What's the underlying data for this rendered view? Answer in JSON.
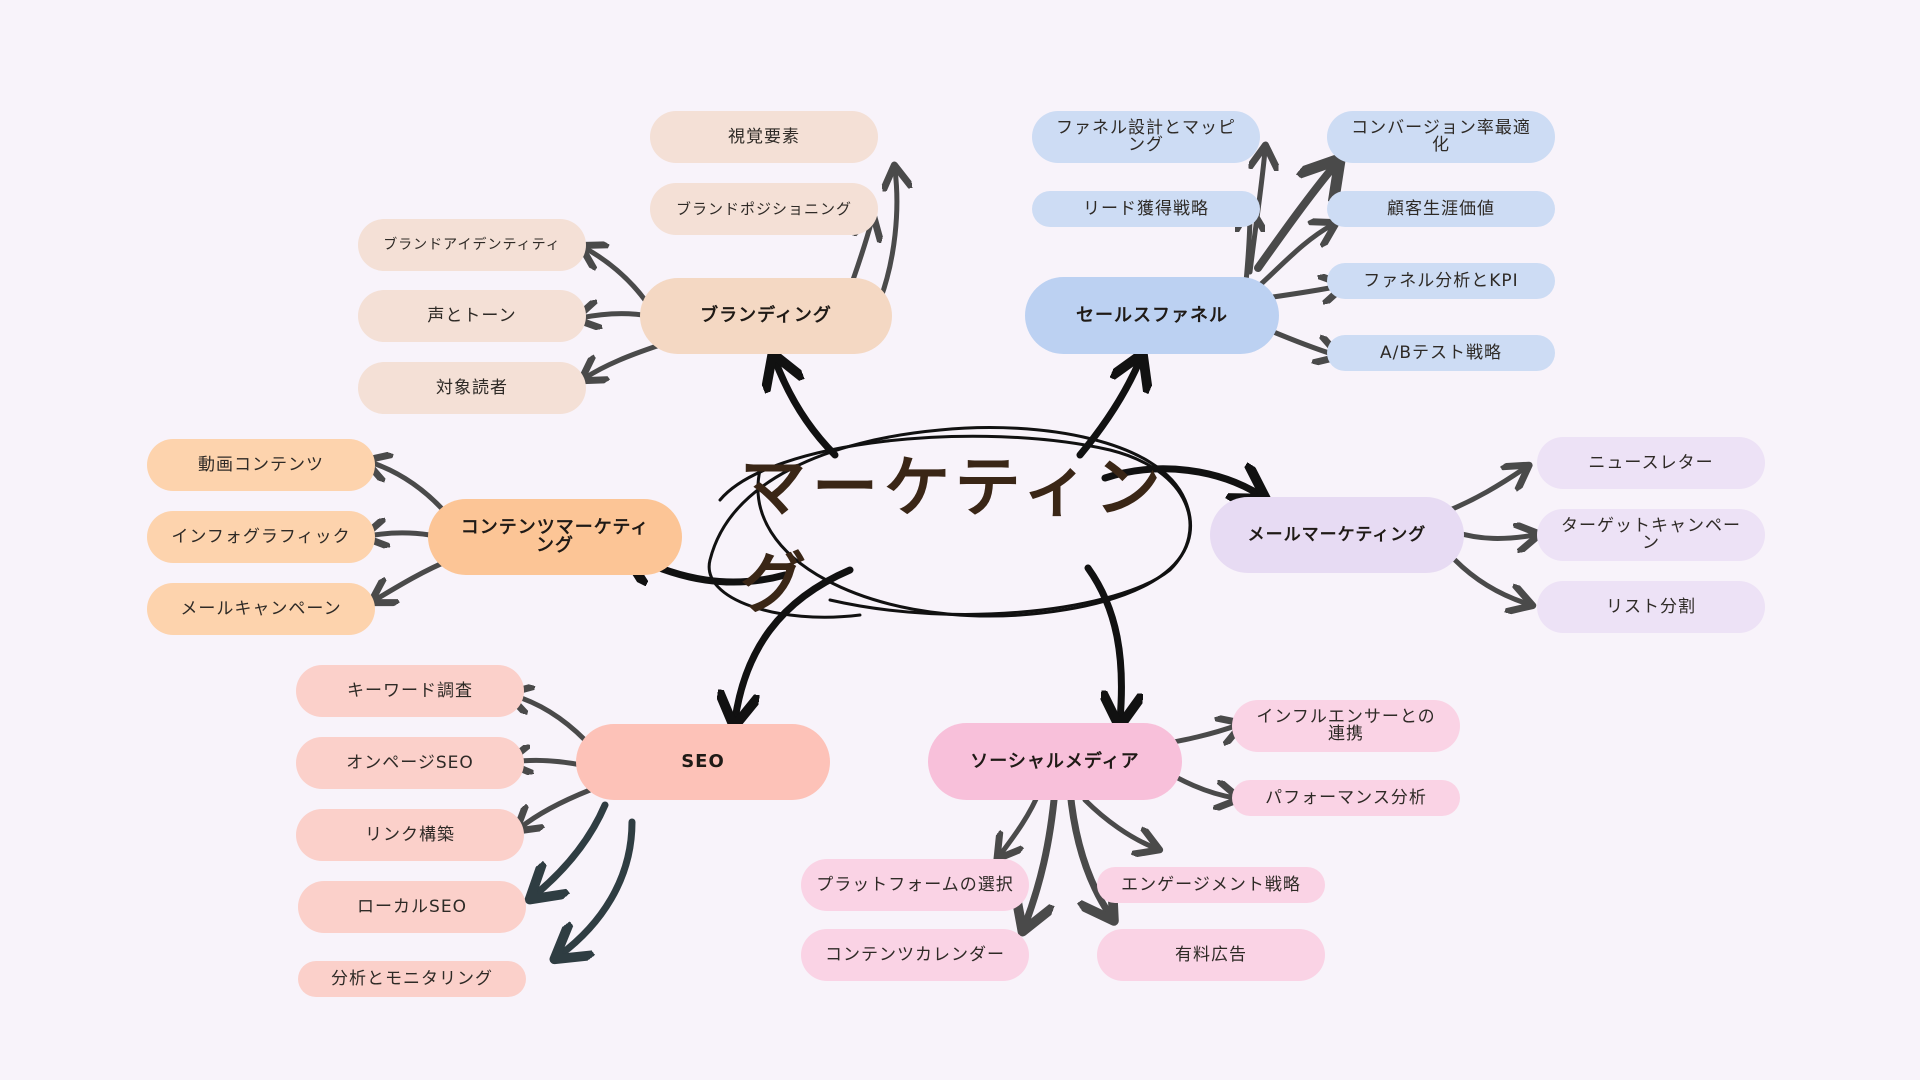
{
  "center": {
    "label": "マーケティング"
  },
  "branches": {
    "branding": {
      "label": "ブランディング",
      "items": [
        "視覚要素",
        "ブランドポジショニング",
        "ブランドアイデンティティ",
        "声とトーン",
        "対象読者"
      ]
    },
    "sales_funnel": {
      "label": "セールスファネル",
      "items": [
        "ファネル設計とマッピング",
        "リード獲得戦略",
        "コンバージョン率最適化",
        "顧客生涯価値",
        "ファネル分析とKPI",
        "A/Bテスト戦略"
      ]
    },
    "content_marketing": {
      "label": "コンテンツマーケティング",
      "items": [
        "動画コンテンツ",
        "インフォグラフィック",
        "メールキャンペーン"
      ]
    },
    "email_marketing": {
      "label": "メールマーケティング",
      "items": [
        "ニュースレター",
        "ターゲットキャンペーン",
        "リスト分割"
      ]
    },
    "seo": {
      "label": "SEO",
      "items": [
        "キーワード調査",
        "オンページSEO",
        "リンク構築",
        "ローカルSEO",
        "分析とモニタリング"
      ]
    },
    "social_media": {
      "label": "ソーシャルメディア",
      "items": [
        "インフルエンサーとの連携",
        "パフォーマンス分析",
        "プラットフォームの選択",
        "エンゲージメント戦略",
        "コンテンツカレンダー",
        "有料広告"
      ]
    }
  },
  "colors": {
    "background": "#f8f3fa",
    "branding_main": "#f4d8c3",
    "branding_leaf": "#f4e0d6",
    "sales_main": "#bcd1f2",
    "sales_leaf": "#cddcf4",
    "content_main": "#fcc596",
    "content_leaf": "#fdd3ad",
    "email_main": "#e7dbf3",
    "email_leaf": "#ede2f6",
    "seo_main": "#fdc2b8",
    "seo_leaf": "#fbd0ca",
    "social_main": "#f8c0da",
    "social_leaf": "#fad3e5",
    "arrow_dark": "#111111",
    "arrow_gray": "#4a4a4a",
    "arrow_slate": "#2f3d42"
  }
}
